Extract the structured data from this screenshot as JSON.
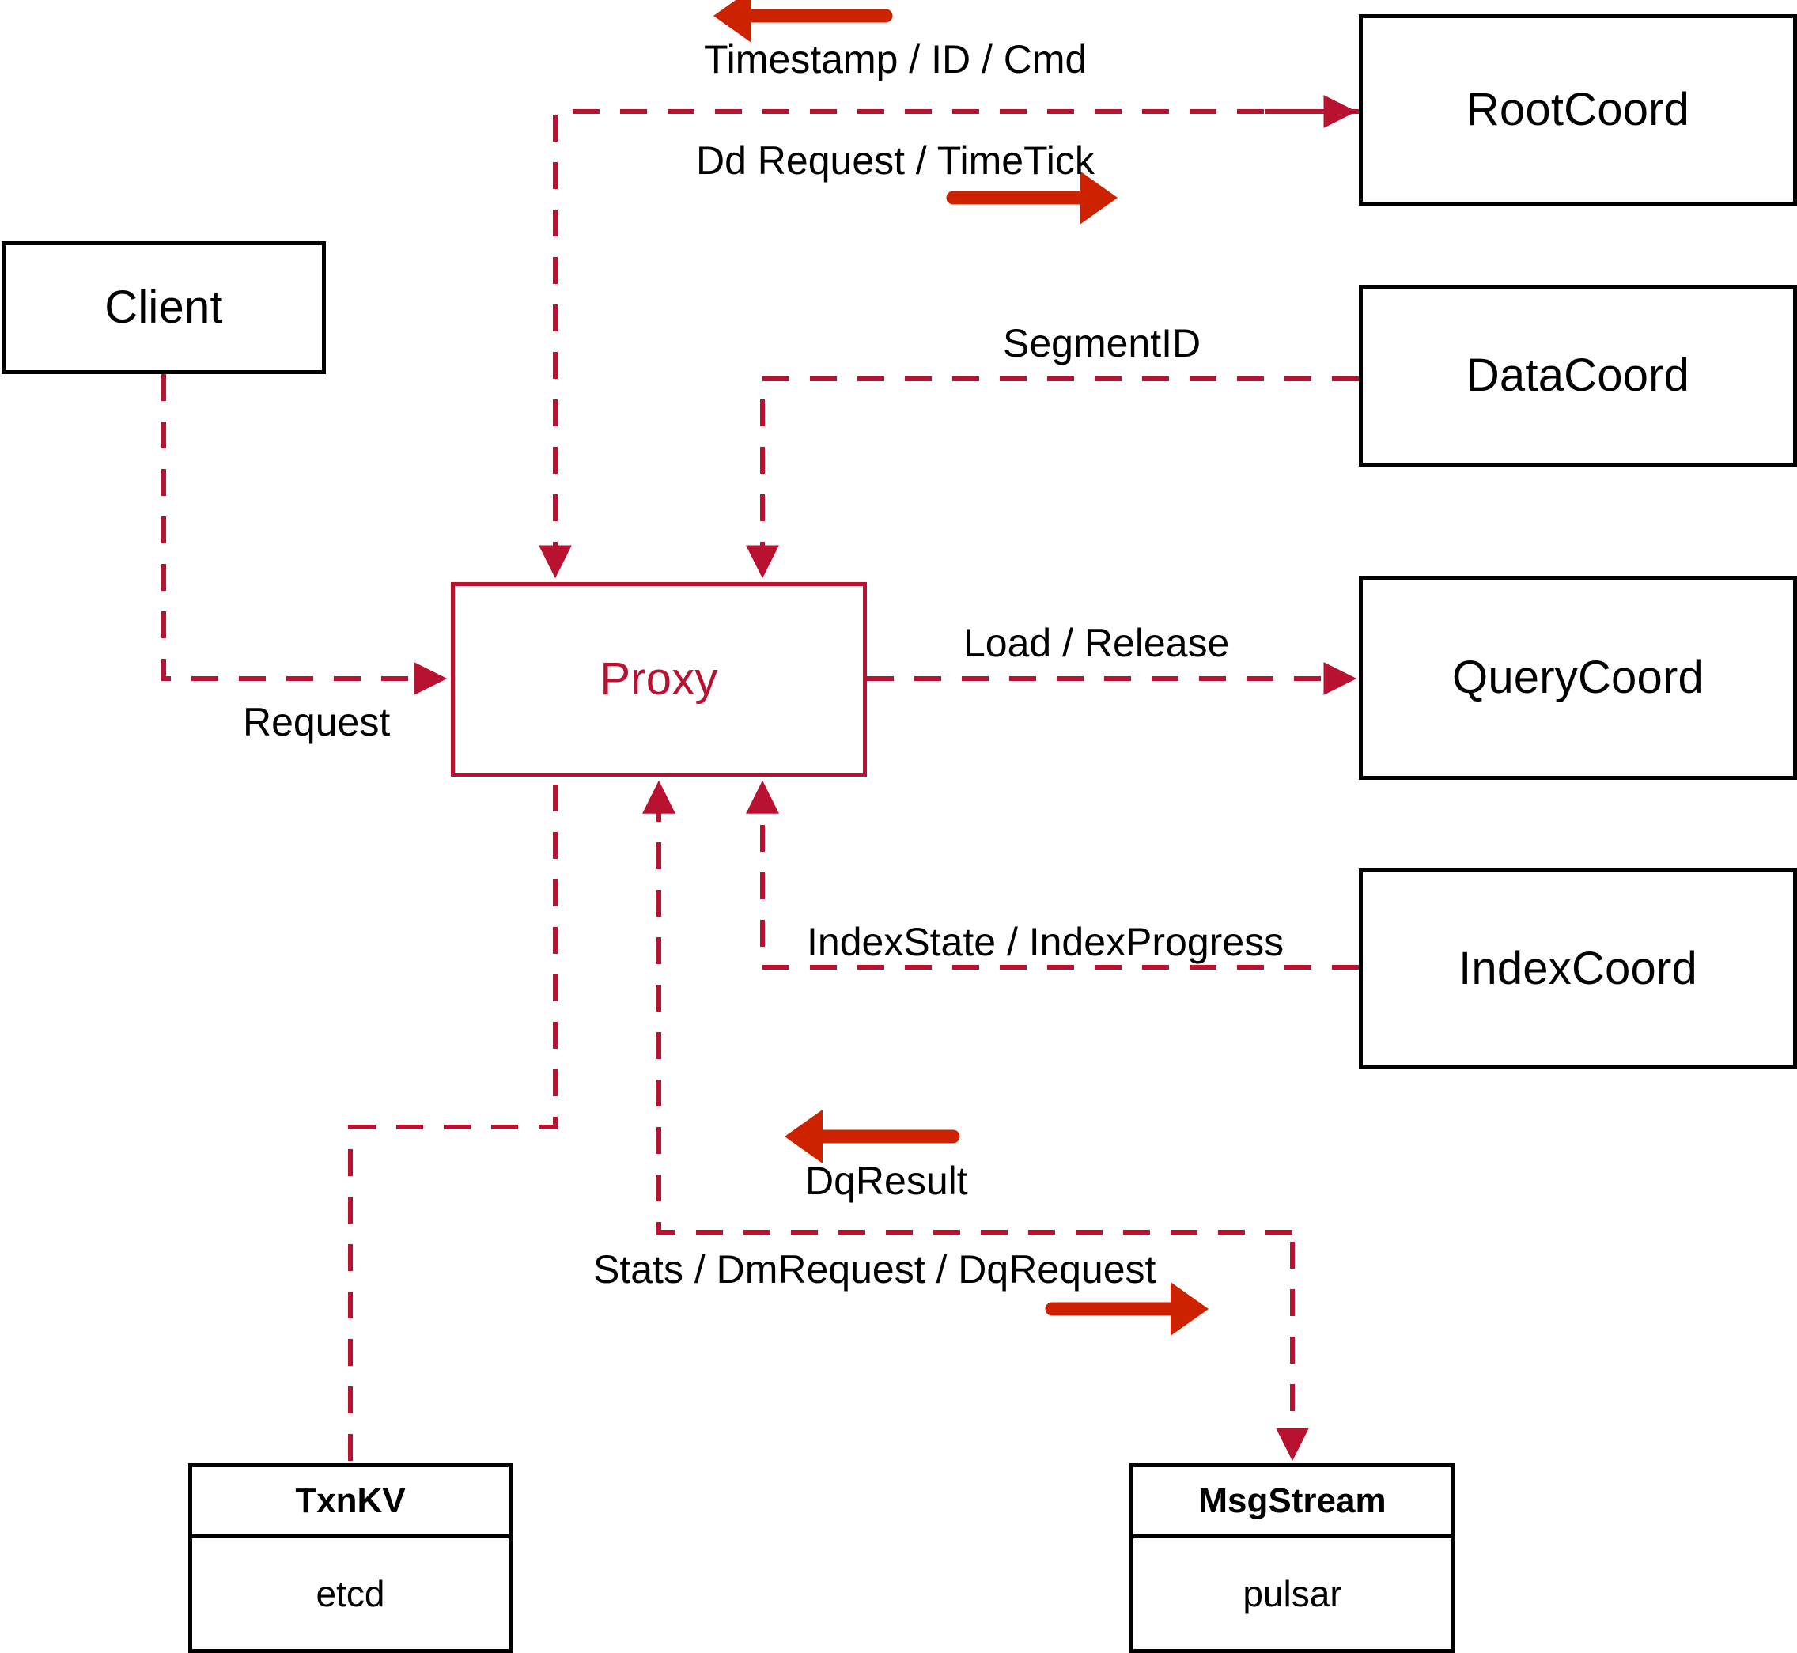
{
  "diagram": {
    "title": "Milvus Proxy interaction diagram",
    "accent_color": "#b81230",
    "arrow_color": "#cc2200",
    "outline_color": "#000000",
    "background": "#ffffff"
  },
  "nodes": {
    "client": {
      "label": "Client"
    },
    "proxy": {
      "label": "Proxy"
    },
    "root_coord": {
      "label": "RootCoord"
    },
    "data_coord": {
      "label": "DataCoord"
    },
    "query_coord": {
      "label": "QueryCoord"
    },
    "index_coord": {
      "label": "IndexCoord"
    },
    "txnkv": {
      "title": "TxnKV",
      "impl": "etcd"
    },
    "msgstream": {
      "title": "MsgStream",
      "impl": "pulsar"
    }
  },
  "edges": [
    {
      "id": "client-request",
      "label": "Request",
      "from": "client",
      "to": "proxy",
      "direction": "to-proxy"
    },
    {
      "id": "rootcoord-reply",
      "label": "Timestamp / ID / Cmd",
      "from": "root_coord",
      "to": "proxy",
      "direction": "to-proxy"
    },
    {
      "id": "rootcoord-request",
      "label": "Dd Request / TimeTick",
      "from": "proxy",
      "to": "root_coord",
      "direction": "from-proxy"
    },
    {
      "id": "datacoord-segmentid",
      "label": "SegmentID",
      "from": "data_coord",
      "to": "proxy",
      "direction": "to-proxy"
    },
    {
      "id": "querycoord-load",
      "label": "Load / Release",
      "from": "proxy",
      "to": "query_coord",
      "direction": "from-proxy"
    },
    {
      "id": "indexcoord-state",
      "label": "IndexState / IndexProgress",
      "from": "index_coord",
      "to": "proxy",
      "direction": "to-proxy"
    },
    {
      "id": "msgstream-result",
      "label": "DqResult",
      "from": "msgstream",
      "to": "proxy",
      "direction": "to-proxy"
    },
    {
      "id": "msgstream-request",
      "label": "Stats / DmRequest / DqRequest",
      "from": "proxy",
      "to": "msgstream",
      "direction": "from-proxy"
    },
    {
      "id": "txnkv-link",
      "label": "",
      "from": "proxy",
      "to": "txnkv",
      "direction": "undirected"
    }
  ],
  "standalone_arrows": [
    {
      "id": "arrow-timestamp",
      "points": "left",
      "for_edge": "rootcoord-reply"
    },
    {
      "id": "arrow-ddrequest",
      "points": "right",
      "for_edge": "rootcoord-request"
    },
    {
      "id": "arrow-dqresult",
      "points": "left",
      "for_edge": "msgstream-result"
    },
    {
      "id": "arrow-dqrequest",
      "points": "right",
      "for_edge": "msgstream-request"
    }
  ]
}
